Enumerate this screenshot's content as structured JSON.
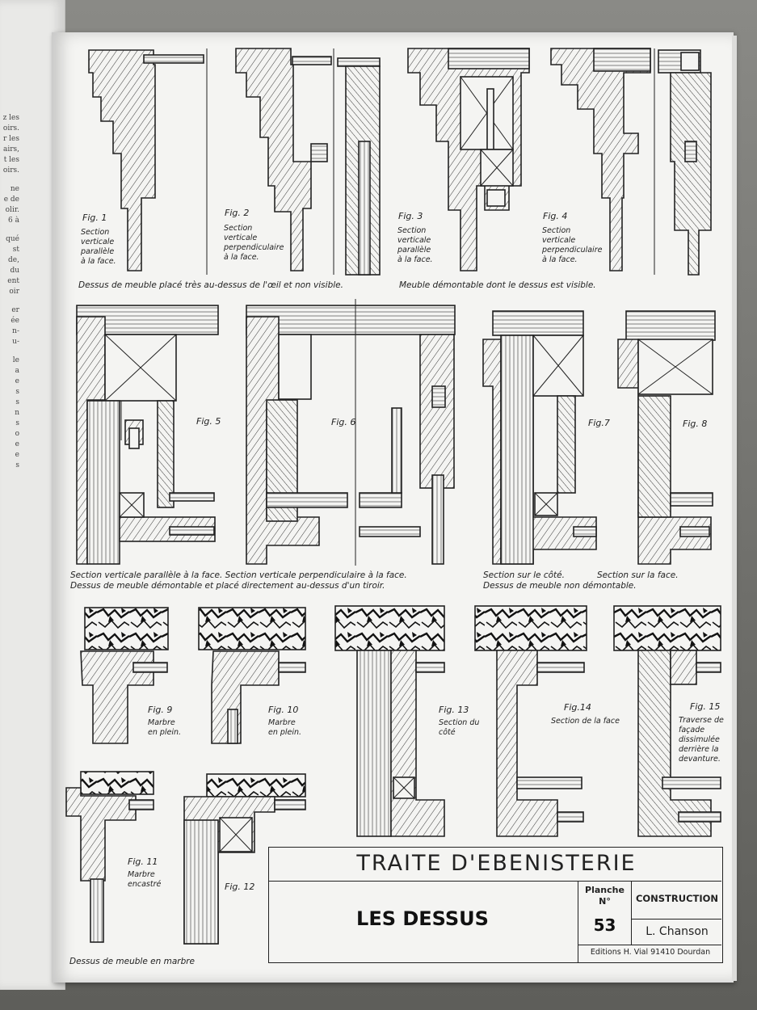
{
  "left_page": {
    "text_fragments": [
      "z les",
      "oirs.",
      "r les",
      "airs,",
      "t les",
      "oirs.",
      "ne",
      "e de",
      "olir.",
      "6 à",
      "qué",
      "st",
      "de,",
      "du",
      "ent",
      "oir",
      "er",
      "ée",
      "n-",
      "u-",
      "le",
      "a",
      "e",
      "s",
      "s",
      "n",
      "s",
      "o",
      "e",
      "e",
      "s"
    ]
  },
  "figures": [
    {
      "label": "Fig. 1",
      "desc": [
        "Section",
        "verticale",
        "parallèle",
        "à la face."
      ]
    },
    {
      "label": "Fig. 2",
      "desc": [
        "Section",
        "verticale",
        "perpendiculaire",
        "à la face."
      ]
    },
    {
      "label": "Fig. 3",
      "desc": [
        "Section",
        "verticale",
        "parallèle",
        "à la face."
      ]
    },
    {
      "label": "Fig. 4",
      "desc": [
        "Section",
        "verticale",
        "perpendiculaire",
        "à la face."
      ]
    },
    {
      "label": "Fig. 5"
    },
    {
      "label": "Fig. 6"
    },
    {
      "label": "Fig.7"
    },
    {
      "label": "Fig. 8"
    },
    {
      "label": "Fig. 9",
      "desc": [
        "Marbre",
        "en plein."
      ]
    },
    {
      "label": "Fig. 10",
      "desc": [
        "Marbre",
        "en plein."
      ]
    },
    {
      "label": "Fig. 11",
      "desc": [
        "Marbre",
        "encastré"
      ]
    },
    {
      "label": "Fig. 12"
    },
    {
      "label": "Fig. 13",
      "desc": [
        "Section du",
        "côté"
      ]
    },
    {
      "label": "Fig.14",
      "desc": [
        "Section de la face"
      ]
    },
    {
      "label": "Fig. 15",
      "desc": [
        "Traverse de",
        "façade",
        "dissimulée",
        "derrière la",
        "devanture."
      ]
    }
  ],
  "captions": {
    "row1_left": "Dessus de meuble placé très au-dessus de l'œil et non visible.",
    "row1_right": "Meuble démontable dont le dessus est visible.",
    "row2_left_1": "Section verticale parallèle à la face.  Section verticale perpendiculaire à la face.",
    "row2_left_2": "Dessus de meuble démontable et placé directement au-dessus d'un tiroir.",
    "row2_right_1": "Section sur le côté.            Section sur la face.",
    "row2_right_2": "Dessus de meuble non démontable.",
    "bottom_left": "Dessus de meuble en marbre"
  },
  "title_block": {
    "title": "TRAITE D'EBENISTERIE",
    "subtitle": "LES DESSUS",
    "planche_label": "Planche",
    "number_label": "N°",
    "number": "53",
    "section": "CONSTRUCTION",
    "author": "L. Chanson",
    "publisher": "Editions H. Vial  91410 Dourdan"
  }
}
